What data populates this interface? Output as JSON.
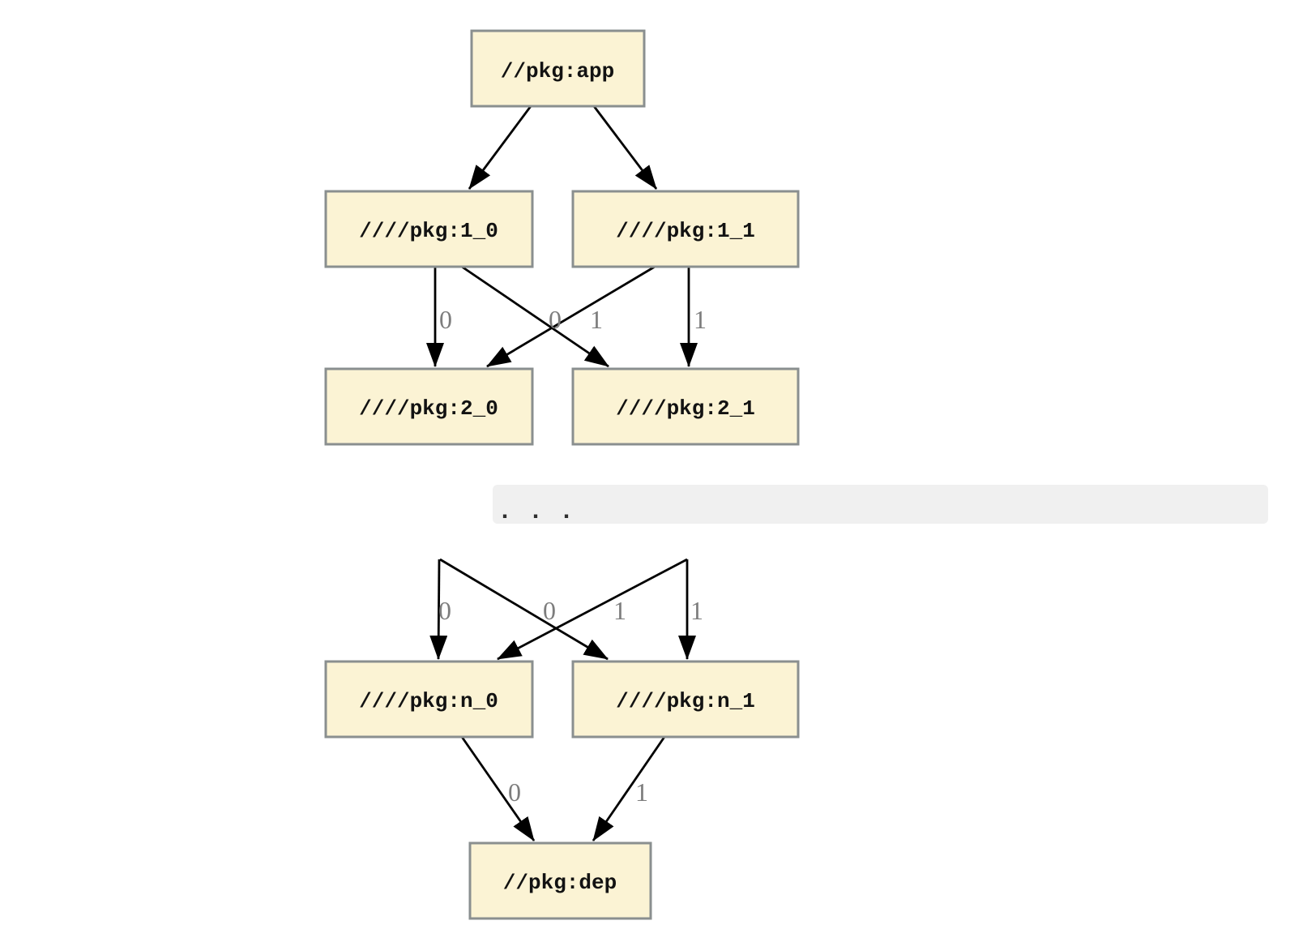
{
  "diagram": {
    "type": "dependency-graph",
    "colors": {
      "background": "#ffffff",
      "node_fill": "#FBF3D4",
      "node_border": "#8a8f8f",
      "edge": "#000000",
      "edge_label": "#7d7d7d",
      "ellipsis_bg": "#f0f0f0",
      "ellipsis_dots": "#2e2e2e"
    },
    "nodes": {
      "app": "//pkg:app",
      "l1_0": "////pkg:1_0",
      "l1_1": "////pkg:1_1",
      "l2_0": "////pkg:2_0",
      "l2_1": "////pkg:2_1",
      "ln_0": "////pkg:n_0",
      "ln_1": "////pkg:n_1",
      "dep": "//pkg:dep"
    },
    "ellipsis": ".  .  .",
    "edges": [
      {
        "from": "//pkg:app",
        "to": "////pkg:1_0",
        "label": ""
      },
      {
        "from": "//pkg:app",
        "to": "////pkg:1_1",
        "label": ""
      },
      {
        "from": "////pkg:1_0",
        "to": "////pkg:2_0",
        "label": "0"
      },
      {
        "from": "////pkg:1_0",
        "to": "////pkg:2_1",
        "label": "1"
      },
      {
        "from": "////pkg:1_1",
        "to": "////pkg:2_0",
        "label": "0"
      },
      {
        "from": "////pkg:1_1",
        "to": "////pkg:2_1",
        "label": "1"
      },
      {
        "from": "...",
        "to": "////pkg:n_0",
        "label": "0"
      },
      {
        "from": "...",
        "to": "////pkg:n_1",
        "label": "1"
      },
      {
        "from": "...",
        "to": "////pkg:n_0",
        "label": "0"
      },
      {
        "from": "...",
        "to": "////pkg:n_1",
        "label": "1"
      },
      {
        "from": "////pkg:n_0",
        "to": "//pkg:dep",
        "label": "0"
      },
      {
        "from": "////pkg:n_1",
        "to": "//pkg:dep",
        "label": "1"
      }
    ]
  }
}
